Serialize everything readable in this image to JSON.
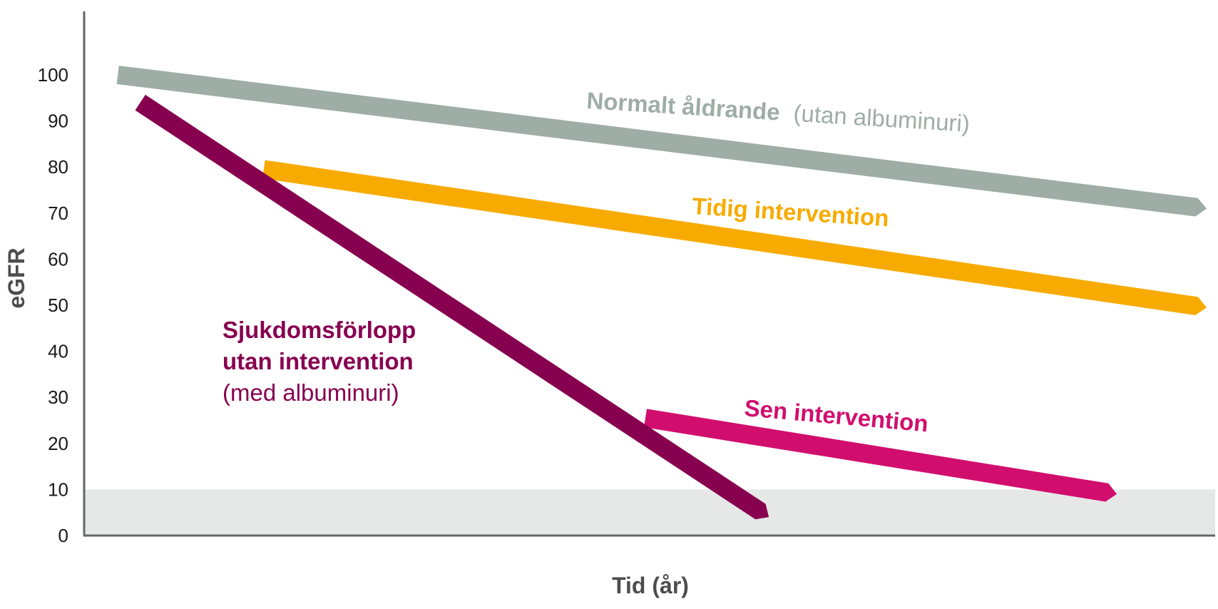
{
  "chart_data": {
    "type": "line",
    "ylabel": "eGFR",
    "xlabel": "Tid (år)",
    "ylim": [
      0,
      100
    ],
    "yticks": [
      "0",
      "10",
      "20",
      "30",
      "40",
      "50",
      "60",
      "70",
      "80",
      "90",
      "100"
    ],
    "grid": false,
    "shaded_band": {
      "y_from": 0,
      "y_to": 10,
      "color": "#e5e8e7"
    },
    "series": [
      {
        "key": "normal",
        "name_bold": "Normalt åldrande",
        "name_regular": "(utan albuminuri)",
        "color": "#9eada6",
        "label_color": "#9eada6",
        "points": [
          [
            0.03,
            100
          ],
          [
            1.0,
            71
          ]
        ]
      },
      {
        "key": "tidig",
        "name_bold": "Tidig intervention",
        "color": "#f7ab00",
        "label_color": "#f7ab00",
        "points": [
          [
            0.16,
            79.5
          ],
          [
            1.0,
            49.5
          ]
        ]
      },
      {
        "key": "utan",
        "name_lines": [
          "Sjukdomsförlopp",
          "utan intervention"
        ],
        "name_regular": "(med albuminuri)",
        "color": "#870050",
        "label_color": "#870050",
        "points": [
          [
            0.05,
            94
          ],
          [
            0.61,
            4
          ]
        ]
      },
      {
        "key": "sen",
        "name_bold": "Sen intervention",
        "color": "#d10e6e",
        "label_color": "#d10e6e",
        "points": [
          [
            0.5,
            25.5
          ],
          [
            0.92,
            9
          ]
        ]
      }
    ]
  }
}
